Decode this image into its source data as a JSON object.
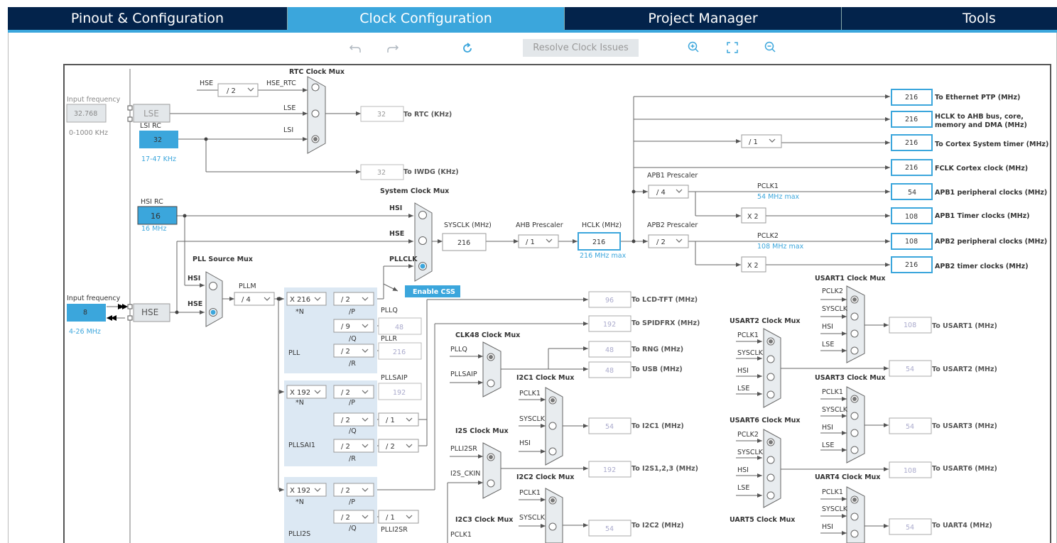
{
  "tabs": [
    "Pinout & Configuration",
    "Clock Configuration",
    "Project Manager",
    "Tools"
  ],
  "toolbar": {
    "resolve": "Resolve Clock Issues"
  },
  "rtc": {
    "title": "RTC Clock Mux",
    "hse": "HSE",
    "div": "/ 2",
    "hse_rtc": "HSE_RTC",
    "lse": "LSE",
    "lsi": "LSI",
    "out": "32",
    "out_label": "To RTC (KHz)"
  },
  "lse": {
    "input_label": "Input frequency",
    "value": "32.768",
    "range": "0-1000 KHz",
    "name": "LSE"
  },
  "lsi": {
    "name": "LSI RC",
    "value": "32",
    "range": "17-47 KHz"
  },
  "iwdg": {
    "out": "32",
    "label": "To IWDG (KHz)"
  },
  "hsi": {
    "name": "HSI RC",
    "value": "16",
    "range": "16 MHz"
  },
  "hse": {
    "input_label": "Input frequency",
    "value": "8",
    "range": "4-26 MHz",
    "name": "HSE"
  },
  "sysmux": {
    "title": "System Clock Mux",
    "hsi": "HSI",
    "hse": "HSE",
    "pllclk": "PLLCLK",
    "css": "Enable CSS"
  },
  "pllsrc": {
    "title": "PLL Source Mux",
    "hsi": "HSI",
    "hse": "HSE"
  },
  "pllm": {
    "label": "PLLM",
    "value": "/ 4"
  },
  "pll": {
    "n": "X 216",
    "n_label": "*N",
    "p": "/ 2",
    "p_label": "/P",
    "q": "/ 9",
    "q_label": "/Q",
    "r": "/ 2",
    "r_label": "/R",
    "pllq": "PLLQ",
    "pllq_val": "48",
    "pllr": "PLLR",
    "pllr_val": "216",
    "name": "PLL"
  },
  "pllsai": {
    "n": "X 192",
    "n_label": "*N",
    "p": "/ 2",
    "p_label": "/P",
    "q": "/ 2",
    "q_label": "/Q",
    "qdiv": "/ 1",
    "r": "/ 2",
    "r_label": "/R",
    "rdiv": "/ 2",
    "pllsaip": "PLLSAIP",
    "pllsaip_val": "192",
    "name": "PLLSAI1"
  },
  "plli2s": {
    "n": "X 192",
    "n_label": "*N",
    "p": "/ 2",
    "p_label": "/P",
    "q": "/ 2",
    "q_label": "/Q",
    "qdiv": "/ 1",
    "plli2sr": "PLLI2SR",
    "name": "PLLI2S"
  },
  "sysclk": {
    "label": "SYSCLK (MHz)",
    "value": "216"
  },
  "ahb": {
    "label": "AHB Prescaler",
    "value": "/ 1"
  },
  "hclk": {
    "label": "HCLK (MHz)",
    "value": "216",
    "max": "216 MHz max"
  },
  "apb1": {
    "label": "APB1 Prescaler",
    "value": "/ 4",
    "pclk": "PCLK1",
    "max": "54 MHz max",
    "x2": "X 2"
  },
  "apb2": {
    "label": "APB2 Prescaler",
    "value": "/ 2",
    "pclk": "PCLK2",
    "max": "108 MHz max",
    "x2": "X 2"
  },
  "systimer": {
    "div": "/ 1"
  },
  "outputs": [
    {
      "value": "216",
      "label": "To Ethernet PTP (MHz)"
    },
    {
      "value": "216",
      "label": "HCLK to AHB bus, core,",
      "label2": "memory and DMA (MHz)"
    },
    {
      "value": "216",
      "label": "To Cortex System timer (MHz)"
    },
    {
      "value": "216",
      "label": "FCLK Cortex clock (MHz)"
    },
    {
      "value": "54",
      "label": "APB1 peripheral clocks (MHz)"
    },
    {
      "value": "108",
      "label": "APB1 Timer clocks (MHz)"
    },
    {
      "value": "108",
      "label": "APB2 peripheral clocks (MHz)"
    },
    {
      "value": "216",
      "label": "APB2 timer clocks (MHz)"
    }
  ],
  "mid_outputs": [
    {
      "value": "96",
      "label": "To LCD-TFT (MHz)"
    },
    {
      "value": "192",
      "label": "To SPIDFRX (MHz)"
    },
    {
      "value": "48",
      "label": "To RNG (MHz)"
    },
    {
      "value": "48",
      "label": "To USB (MHz)"
    },
    {
      "value": "54",
      "label": "To I2C1 (MHz)"
    },
    {
      "value": "192",
      "label": "To I2S1,2,3 (MHz)"
    },
    {
      "value": "54",
      "label": "To I2C2 (MHz)"
    }
  ],
  "clk48": {
    "title": "CLK48 Clock Mux",
    "in1": "PLLQ",
    "in2": "PLLSAIP"
  },
  "i2c1": {
    "title": "I2C1 Clock Mux",
    "in1": "PCLK1",
    "in2": "SYSCLK",
    "in3": "HSI"
  },
  "i2s": {
    "title": "I2S Clock Mux",
    "in1": "PLLI2SR",
    "in2": "I2S_CKIN"
  },
  "i2c2": {
    "title": "I2C2 Clock Mux",
    "in1": "PCLK1",
    "in2": "SYSCLK"
  },
  "i2c3": {
    "title": "I2C3 Clock Mux",
    "in1": "PCLK1"
  },
  "usart1": {
    "title": "USART1 Clock Mux",
    "in1": "PCLK2",
    "in2": "SYSCLK",
    "in3": "HSI",
    "in4": "LSE",
    "out": "108",
    "label": "To USART1 (MHz)"
  },
  "usart2": {
    "title": "USART2 Clock Mux",
    "in1": "PCLK1",
    "in2": "SYSCLK",
    "in3": "HSI",
    "in4": "LSE",
    "out": "54",
    "label": "To USART2 (MHz)"
  },
  "usart3": {
    "title": "USART3 Clock Mux",
    "in1": "PCLK1",
    "in2": "SYSCLK",
    "in3": "HSI",
    "in4": "LSE",
    "out": "54",
    "label": "To USART3 (MHz)"
  },
  "usart6": {
    "title": "USART6 Clock Mux",
    "in1": "PCLK2",
    "in2": "SYSCLK",
    "in3": "HSI",
    "in4": "LSE",
    "out": "108",
    "label": "To USART6 (MHz)"
  },
  "uart4": {
    "title": "UART4 Clock Mux",
    "in1": "PCLK1",
    "in2": "SYSCLK",
    "in3": "HSI",
    "out": "54",
    "label": "To UART4 (MHz)"
  },
  "uart5": {
    "title": "UART5 Clock Mux"
  }
}
